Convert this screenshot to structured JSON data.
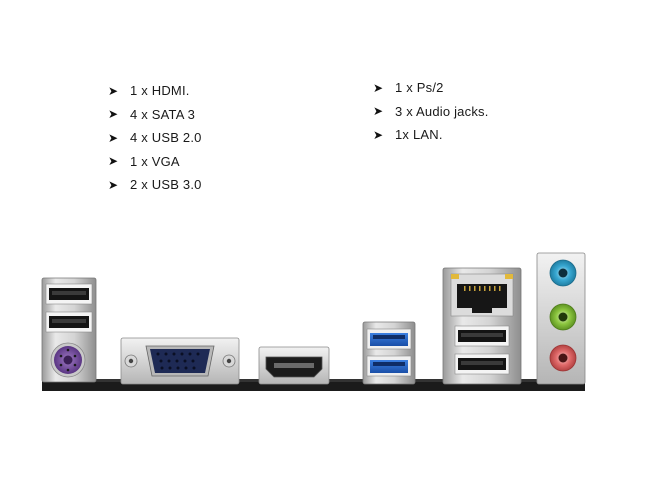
{
  "specs_left": [
    {
      "label": "1 x HDMI."
    },
    {
      "label": "4 x SATA 3"
    },
    {
      "label": "4 x USB 2.0"
    },
    {
      "label": "1 x VGA"
    },
    {
      "label": "2 x USB 3.0"
    }
  ],
  "specs_right": [
    {
      "label": "1 x Ps/2"
    },
    {
      "label": "3 x Audio jacks."
    },
    {
      "label": "1x LAN."
    }
  ],
  "bullet_icon": "arrowhead-icon",
  "colors": {
    "ps2_purple": "#7b4fa6",
    "usb3_blue": "#1f5fbf",
    "audio_line_in": "#38a8d2",
    "audio_line_out": "#8cc63f",
    "audio_mic": "#e06a6a",
    "vga_blue": "#1e2a55",
    "board_black": "#1b1b1b"
  }
}
